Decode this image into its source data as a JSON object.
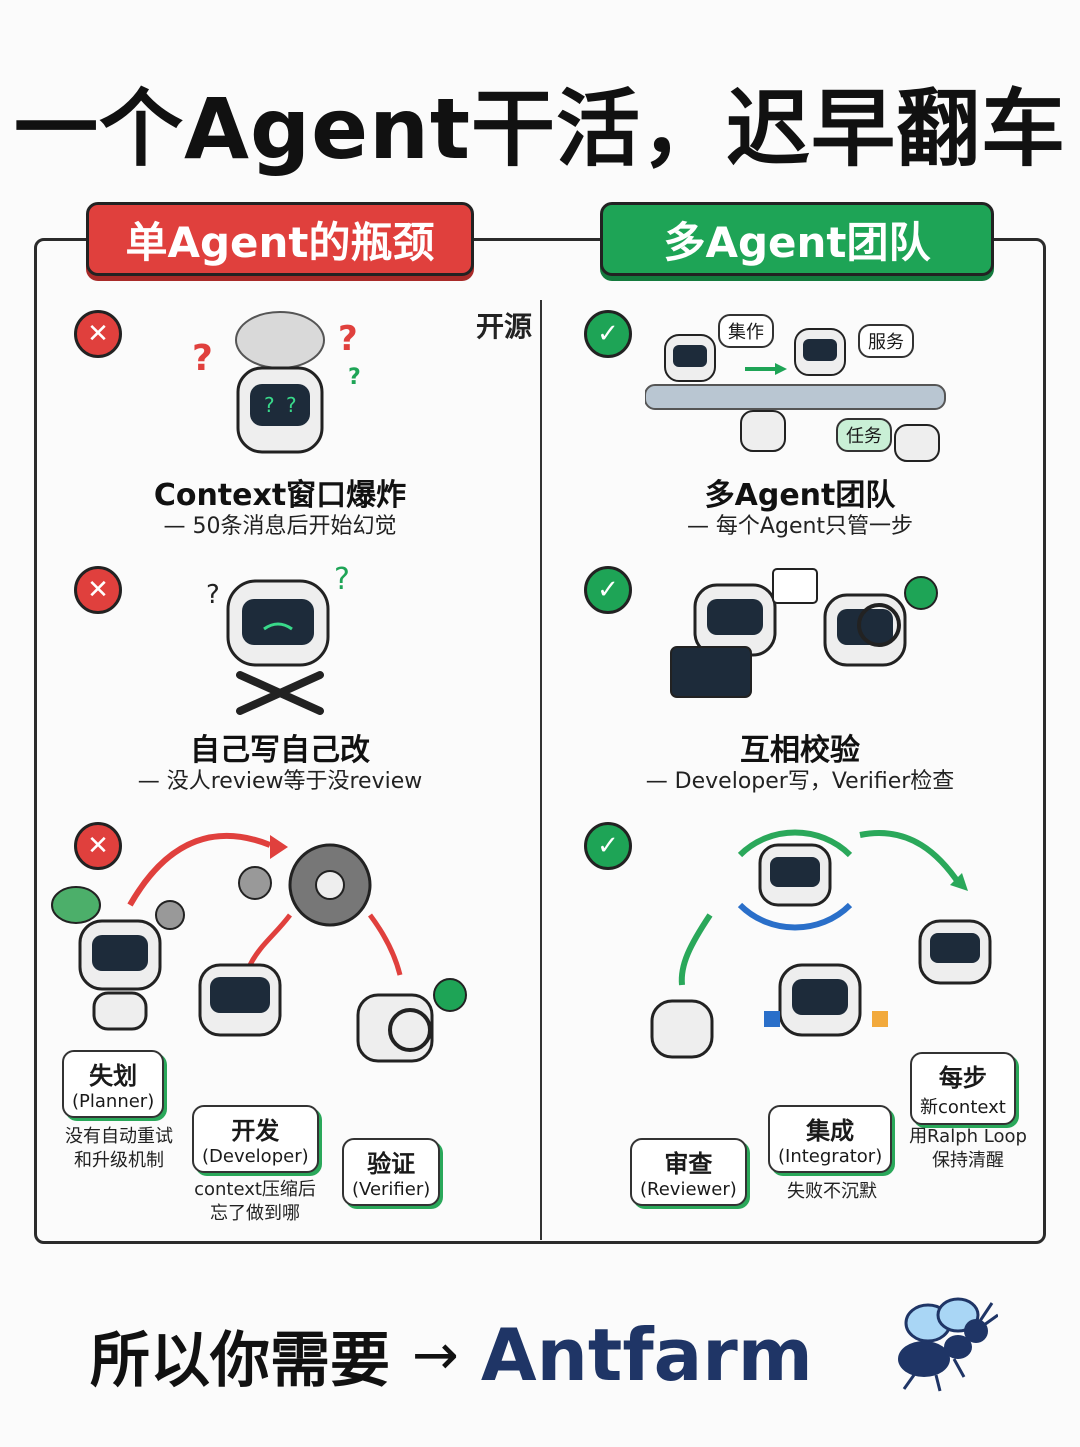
{
  "title": "一个Agent干活，迟早翻车",
  "watermark": "开源",
  "left": {
    "header": "单Agent的瓶颈",
    "items": [
      {
        "heading": "Context窗口爆炸",
        "sub": "— 50条消息后开始幻觉"
      },
      {
        "heading": "自己写自己改",
        "sub": "— 没人review等于没review"
      }
    ],
    "roles": [
      {
        "zh": "失划",
        "en": "(Planner)",
        "note": "没有自动重试\n和升级机制"
      },
      {
        "zh": "开发",
        "en": "(Developer)",
        "note": "context压缩后\n忘了做到哪"
      },
      {
        "zh": "验证",
        "en": "(Verifier)",
        "note": ""
      }
    ]
  },
  "right": {
    "header": "多Agent团队",
    "bubbles": [
      "集作",
      "服务",
      "任务"
    ],
    "items": [
      {
        "heading": "多Agent团队",
        "sub": "— 每个Agent只管一步"
      },
      {
        "heading": "互相校验",
        "sub": "— Developer写，Verifier检查"
      }
    ],
    "roles": [
      {
        "zh": "审查",
        "en": "(Reviewer)",
        "note": ""
      },
      {
        "zh": "集成",
        "en": "(Integrator)",
        "note": "失败不沉默"
      },
      {
        "zh": "每步",
        "en": "新context",
        "note": "用Ralph Loop\n保持清醒"
      }
    ]
  },
  "footer": {
    "lead": "所以你需要",
    "arrow": "→",
    "brand": "Antfarm"
  },
  "colors": {
    "red": "#e0403d",
    "green": "#1ea456",
    "navy": "#1f3566"
  }
}
